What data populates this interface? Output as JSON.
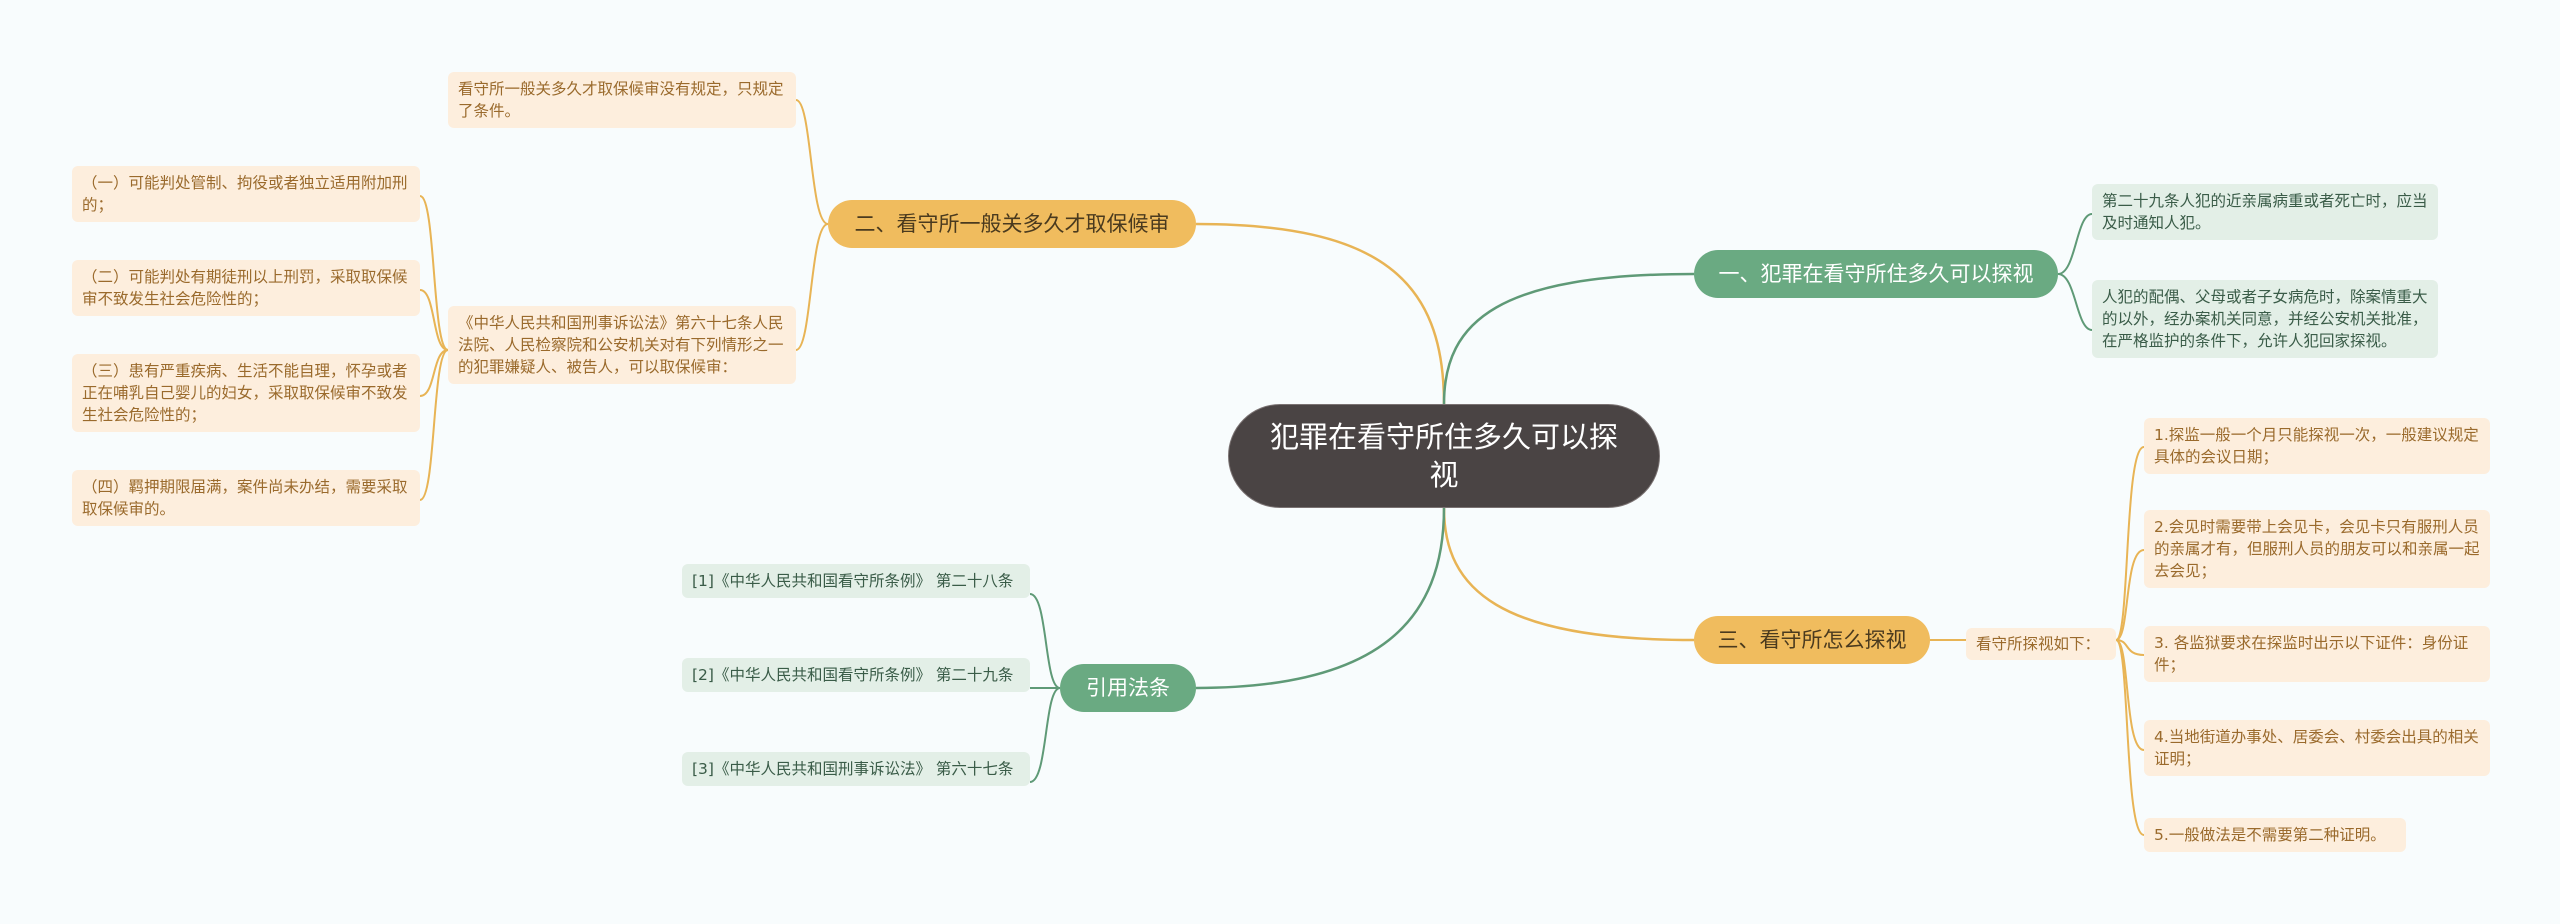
{
  "root": {
    "title": "犯罪在看守所住多久可以探视"
  },
  "branches": {
    "b1": {
      "label": "一、犯罪在看守所住多久可以探视",
      "items": [
        "第二十九条人犯的近亲属病重或者死亡时，应当及时通知人犯。",
        "人犯的配偶、父母或者子女病危时，除案情重大的以外，经办案机关同意，并经公安机关批准，在严格监护的条件下，允许人犯回家探视。"
      ]
    },
    "b2": {
      "label": "二、看守所一般关多久才取保候审",
      "items": [
        "看守所一般关多久才取保候审没有规定，只规定了条件。",
        "《中华人民共和国刑事诉讼法》第六十七条人民法院、人民检察院和公安机关对有下列情形之一的犯罪嫌疑人、被告人，可以取保候审："
      ],
      "subitems": [
        "（一）可能判处管制、拘役或者独立适用附加刑的；",
        "（二）可能判处有期徒刑以上刑罚，采取取保候审不致发生社会危险性的；",
        "（三）患有严重疾病、生活不能自理，怀孕或者正在哺乳自己婴儿的妇女，采取取保候审不致发生社会危险性的；",
        "（四）羁押期限届满，案件尚未办结，需要采取取保候审的。"
      ]
    },
    "b3": {
      "label": "三、看守所怎么探视",
      "intro": "看守所探视如下：",
      "items": [
        "1.探监一般一个月只能探视一次，一般建议规定具体的会议日期；",
        "2.会见时需要带上会见卡，会见卡只有服刑人员的亲属才有，但服刑人员的朋友可以和亲属一起去会见；",
        "3. 各监狱要求在探监时出示以下证件：身份证件；",
        "4.当地街道办事处、居委会、村委会出具的相关证明；",
        "5.一般做法是不需要第二种证明。"
      ]
    },
    "b4": {
      "label": "引用法条",
      "items": [
        "[1]《中华人民共和国看守所条例》 第二十八条",
        "[2]《中华人民共和国看守所条例》 第二十九条",
        "[3]《中华人民共和国刑事诉讼法》 第六十七条"
      ]
    }
  },
  "colors": {
    "orange_line": "#e8b455",
    "green_line": "#5f9a77",
    "orange_node": "#f0bc5e",
    "green_node": "#6aaa82",
    "root_bg": "#4a4444"
  }
}
